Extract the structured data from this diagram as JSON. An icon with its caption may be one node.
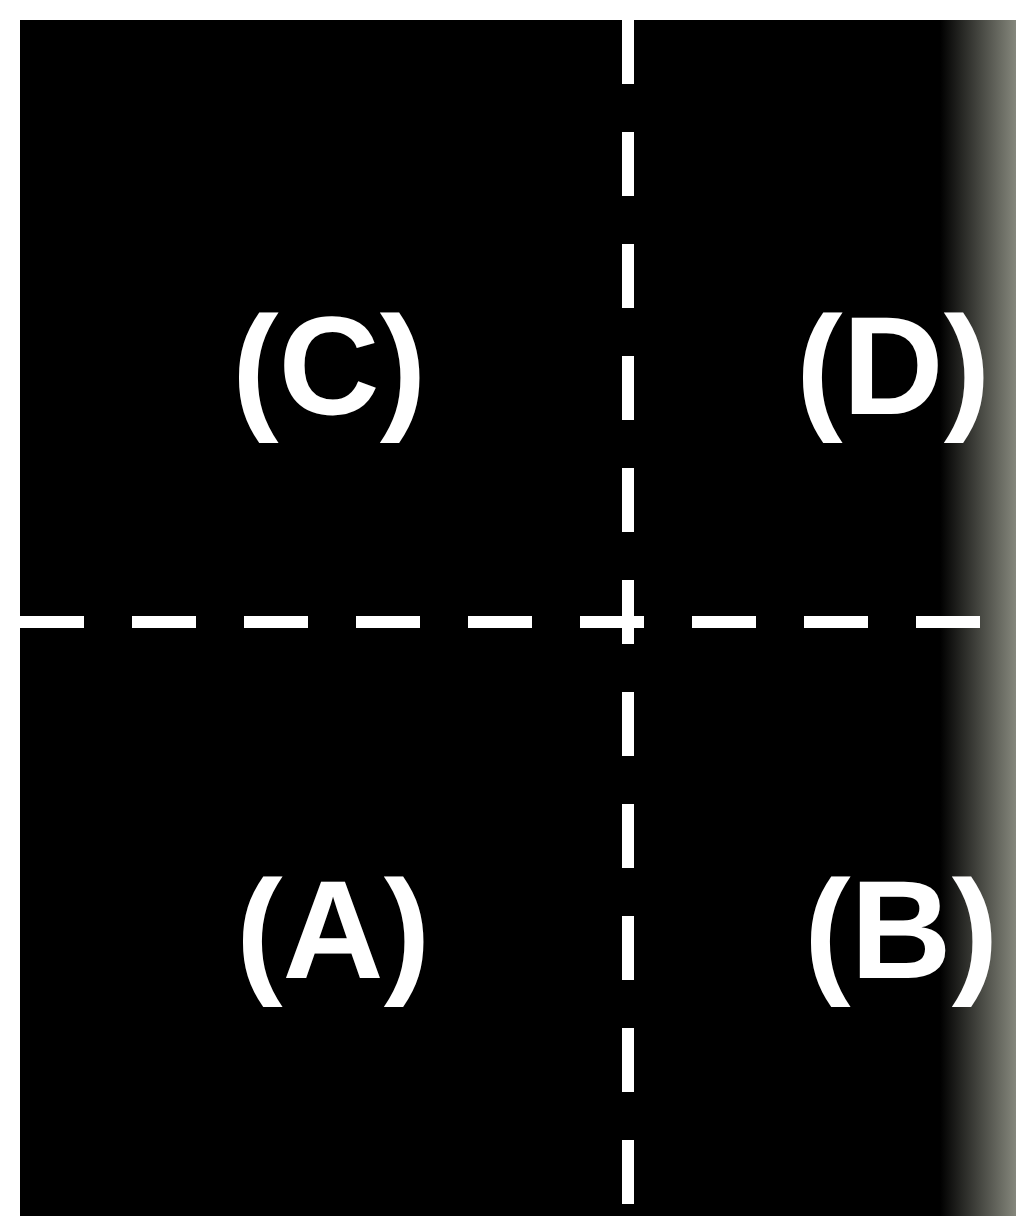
{
  "diagram": {
    "labels": [
      "(C)",
      "(D)",
      "(A)",
      "(B)"
    ]
  }
}
